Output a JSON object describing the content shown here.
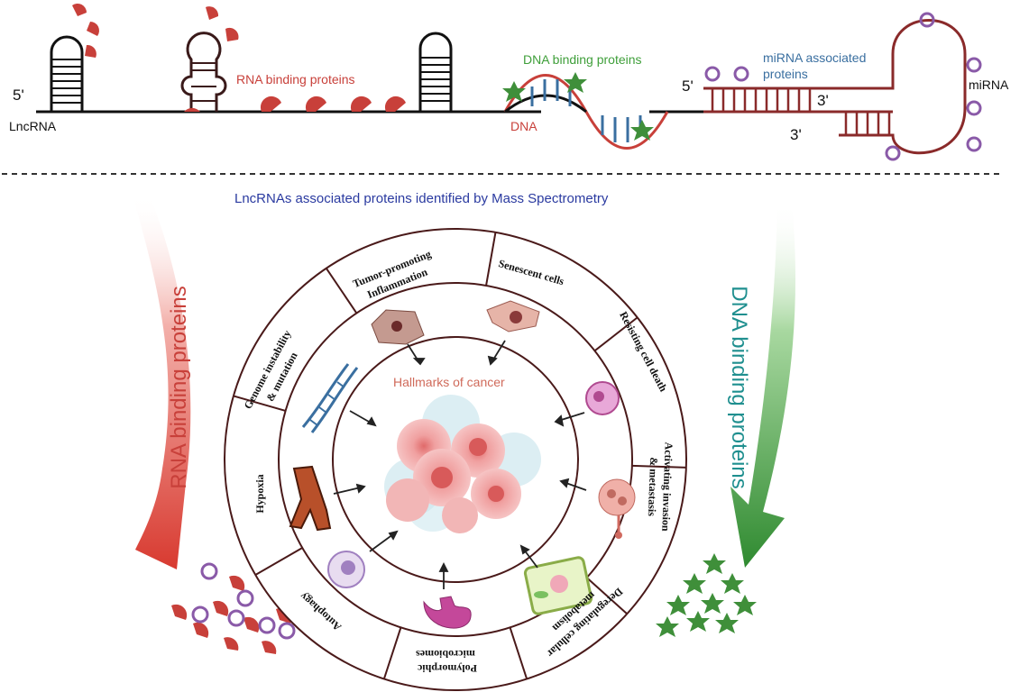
{
  "top_diagram": {
    "five_prime_left": "5'",
    "lncrna_label": "LncRNA",
    "rna_binding_label": "RNA binding proteins",
    "dna_binding_label": "DNA binding proteins",
    "dna_label": "DNA",
    "mirna_assoc_label_line1": "miRNA associated",
    "mirna_assoc_label_line2": "proteins",
    "five_prime_right": "5'",
    "three_prime_top": "3'",
    "three_prime_bottom": "3'",
    "mirna_label": "miRNA"
  },
  "mass_spec_title": "LncRNAs associated proteins  identified by Mass Spectrometry",
  "left_arrow_label": "RNA binding proteins",
  "right_arrow_label": "DNA binding proteins",
  "wheel": {
    "center_label": "Hallmarks of cancer",
    "segments": [
      "Tumor-promoting",
      "Inflammation",
      "Senescent cells",
      "Resisting cell death",
      "Activating invasion",
      "& metastasis",
      "Deregulating cellular",
      "metabolism",
      "Polymorphic",
      "microbiomes",
      "Autophagy",
      "Hypoxia",
      "Genome instability",
      "& mutation"
    ]
  },
  "colors": {
    "rna_red": "#c8403a",
    "dna_green": "#3f8f3a",
    "mirna_blue": "#3a6fa0",
    "title_blue": "#2a3aa0",
    "teal": "#1f8f8f",
    "purple": "#8a5aa8",
    "brown": "#7a2a2a"
  }
}
